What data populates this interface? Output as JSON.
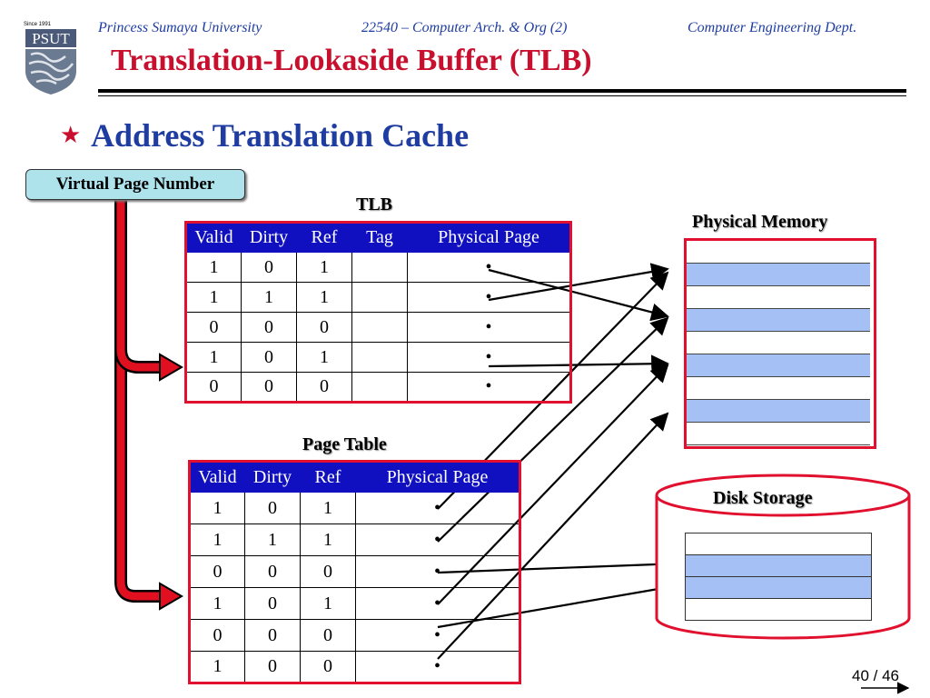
{
  "header": {
    "university": "Princess Sumaya University",
    "course": "22540 – Computer Arch. & Org (2)",
    "department": "Computer Engineering Dept.",
    "logo_text": "PSUT",
    "logo_small": "Since 1991"
  },
  "title": "Translation-Lookaside Buffer (TLB)",
  "bullet": "Address Translation Cache",
  "vpn_label": "Virtual Page Number",
  "tlb": {
    "caption": "TLB",
    "columns": [
      "Valid",
      "Dirty",
      "Ref",
      "Tag",
      "Physical Page"
    ],
    "rows": [
      [
        "1",
        "0",
        "1",
        "",
        "•"
      ],
      [
        "1",
        "1",
        "1",
        "",
        "•"
      ],
      [
        "0",
        "0",
        "0",
        "",
        "•"
      ],
      [
        "1",
        "0",
        "1",
        "",
        "•"
      ],
      [
        "0",
        "0",
        "0",
        "",
        "•"
      ]
    ]
  },
  "page_table": {
    "caption": "Page Table",
    "columns": [
      "Valid",
      "Dirty",
      "Ref",
      "Physical Page"
    ],
    "rows": [
      [
        "1",
        "0",
        "1",
        "•"
      ],
      [
        "1",
        "1",
        "1",
        "•"
      ],
      [
        "0",
        "0",
        "0",
        "•"
      ],
      [
        "1",
        "0",
        "1",
        "•"
      ],
      [
        "0",
        "0",
        "0",
        "•"
      ],
      [
        "1",
        "0",
        "0",
        "•"
      ]
    ]
  },
  "physical_memory": {
    "caption": "Physical Memory",
    "slot_fills": [
      "white",
      "blue",
      "white",
      "blue",
      "white",
      "blue",
      "white",
      "blue",
      "white"
    ]
  },
  "disk": {
    "caption": "Disk Storage",
    "slot_fills": [
      "white",
      "blue",
      "blue",
      "white"
    ]
  },
  "colors": {
    "accent_red": "#c8102e",
    "title_blue": "#1f3da0",
    "header_blue": "#1010c0",
    "slot_blue": "#a4c0f4"
  },
  "page_number": "40 / 46"
}
